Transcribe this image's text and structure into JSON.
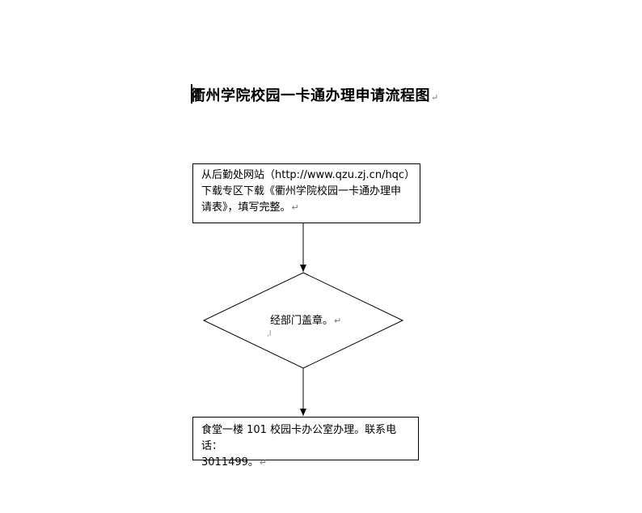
{
  "title": "衢州学院校园一卡通办理申请流程图",
  "para_mark": "↵",
  "steps": {
    "step1": {
      "line1": "从后勤处网站（http://www.qzu.zj.cn/hqc）",
      "line2": "下载专区下载《衢州学院校园一卡通办理申",
      "line3": "请表》，填写完整。"
    },
    "step2": {
      "text": "经部门盖章。"
    },
    "step3": {
      "line1": "食堂一楼 101 校园卡办公室办理。联系电话：",
      "line2": "3011499。"
    }
  }
}
